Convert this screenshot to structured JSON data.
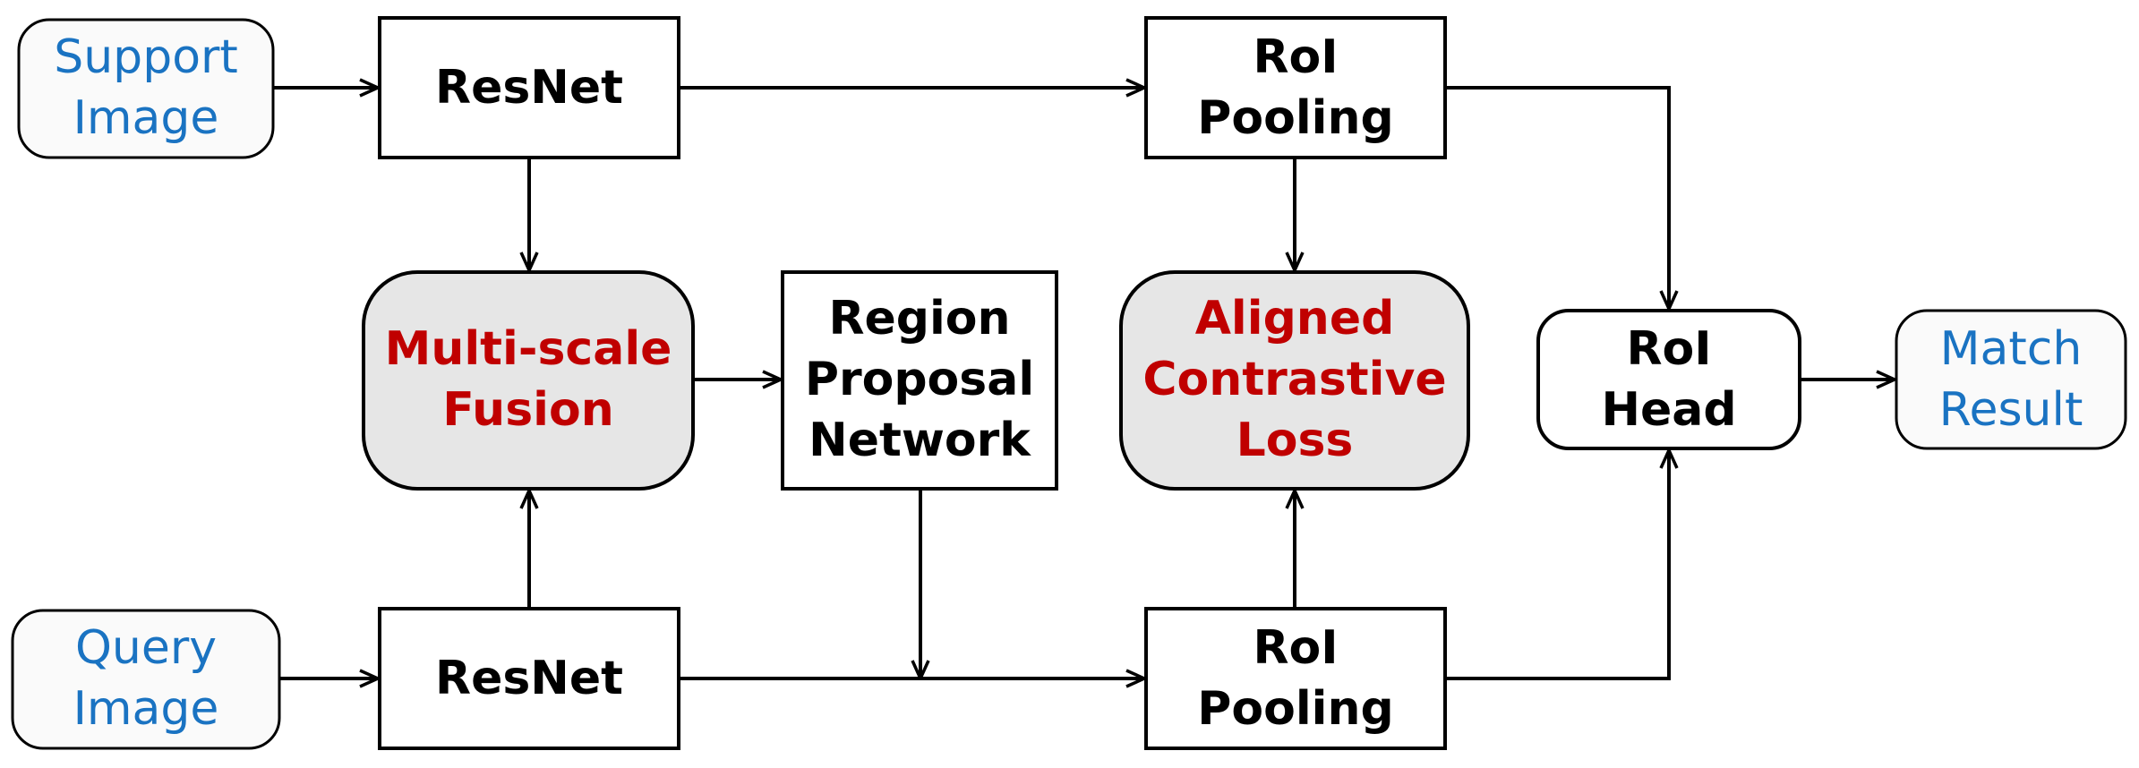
{
  "colors": {
    "stroke": "#000000",
    "io_text": "#1a73c2",
    "io_fill": "#fafafa",
    "highlight_text": "#c00000",
    "highlight_fill": "#e6e6e6",
    "plain_text": "#000000",
    "plain_fill": "#ffffff"
  },
  "nodes": {
    "support_image": {
      "lines": [
        "Support",
        "Image"
      ]
    },
    "query_image": {
      "lines": [
        "Query",
        "Image"
      ]
    },
    "resnet_top": {
      "lines": [
        "ResNet"
      ]
    },
    "resnet_bottom": {
      "lines": [
        "ResNet"
      ]
    },
    "multi_scale_fusion": {
      "lines": [
        "Multi-scale",
        "Fusion"
      ]
    },
    "rpn": {
      "lines": [
        "Region",
        "Proposal",
        "Network"
      ]
    },
    "roi_pooling_top": {
      "lines": [
        "RoI",
        "Pooling"
      ]
    },
    "roi_pooling_bottom": {
      "lines": [
        "RoI",
        "Pooling"
      ]
    },
    "aligned_contrastive_loss": {
      "lines": [
        "Aligned",
        "Contrastive",
        "Loss"
      ]
    },
    "roi_head": {
      "lines": [
        "RoI",
        "Head"
      ]
    },
    "match_result": {
      "lines": [
        "Match",
        "Result"
      ]
    }
  },
  "edges": [
    {
      "from": "support_image",
      "to": "resnet_top"
    },
    {
      "from": "resnet_top",
      "to": "roi_pooling_top"
    },
    {
      "from": "resnet_top",
      "to": "multi_scale_fusion"
    },
    {
      "from": "roi_pooling_top",
      "to": "aligned_contrastive_loss"
    },
    {
      "from": "roi_pooling_top",
      "to": "roi_head"
    },
    {
      "from": "multi_scale_fusion",
      "to": "rpn"
    },
    {
      "from": "rpn",
      "to": "roi_pooling_bottom"
    },
    {
      "from": "query_image",
      "to": "resnet_bottom"
    },
    {
      "from": "resnet_bottom",
      "to": "multi_scale_fusion"
    },
    {
      "from": "resnet_bottom",
      "to": "roi_pooling_bottom"
    },
    {
      "from": "roi_pooling_bottom",
      "to": "aligned_contrastive_loss"
    },
    {
      "from": "roi_pooling_bottom",
      "to": "roi_head"
    },
    {
      "from": "roi_head",
      "to": "match_result"
    }
  ]
}
